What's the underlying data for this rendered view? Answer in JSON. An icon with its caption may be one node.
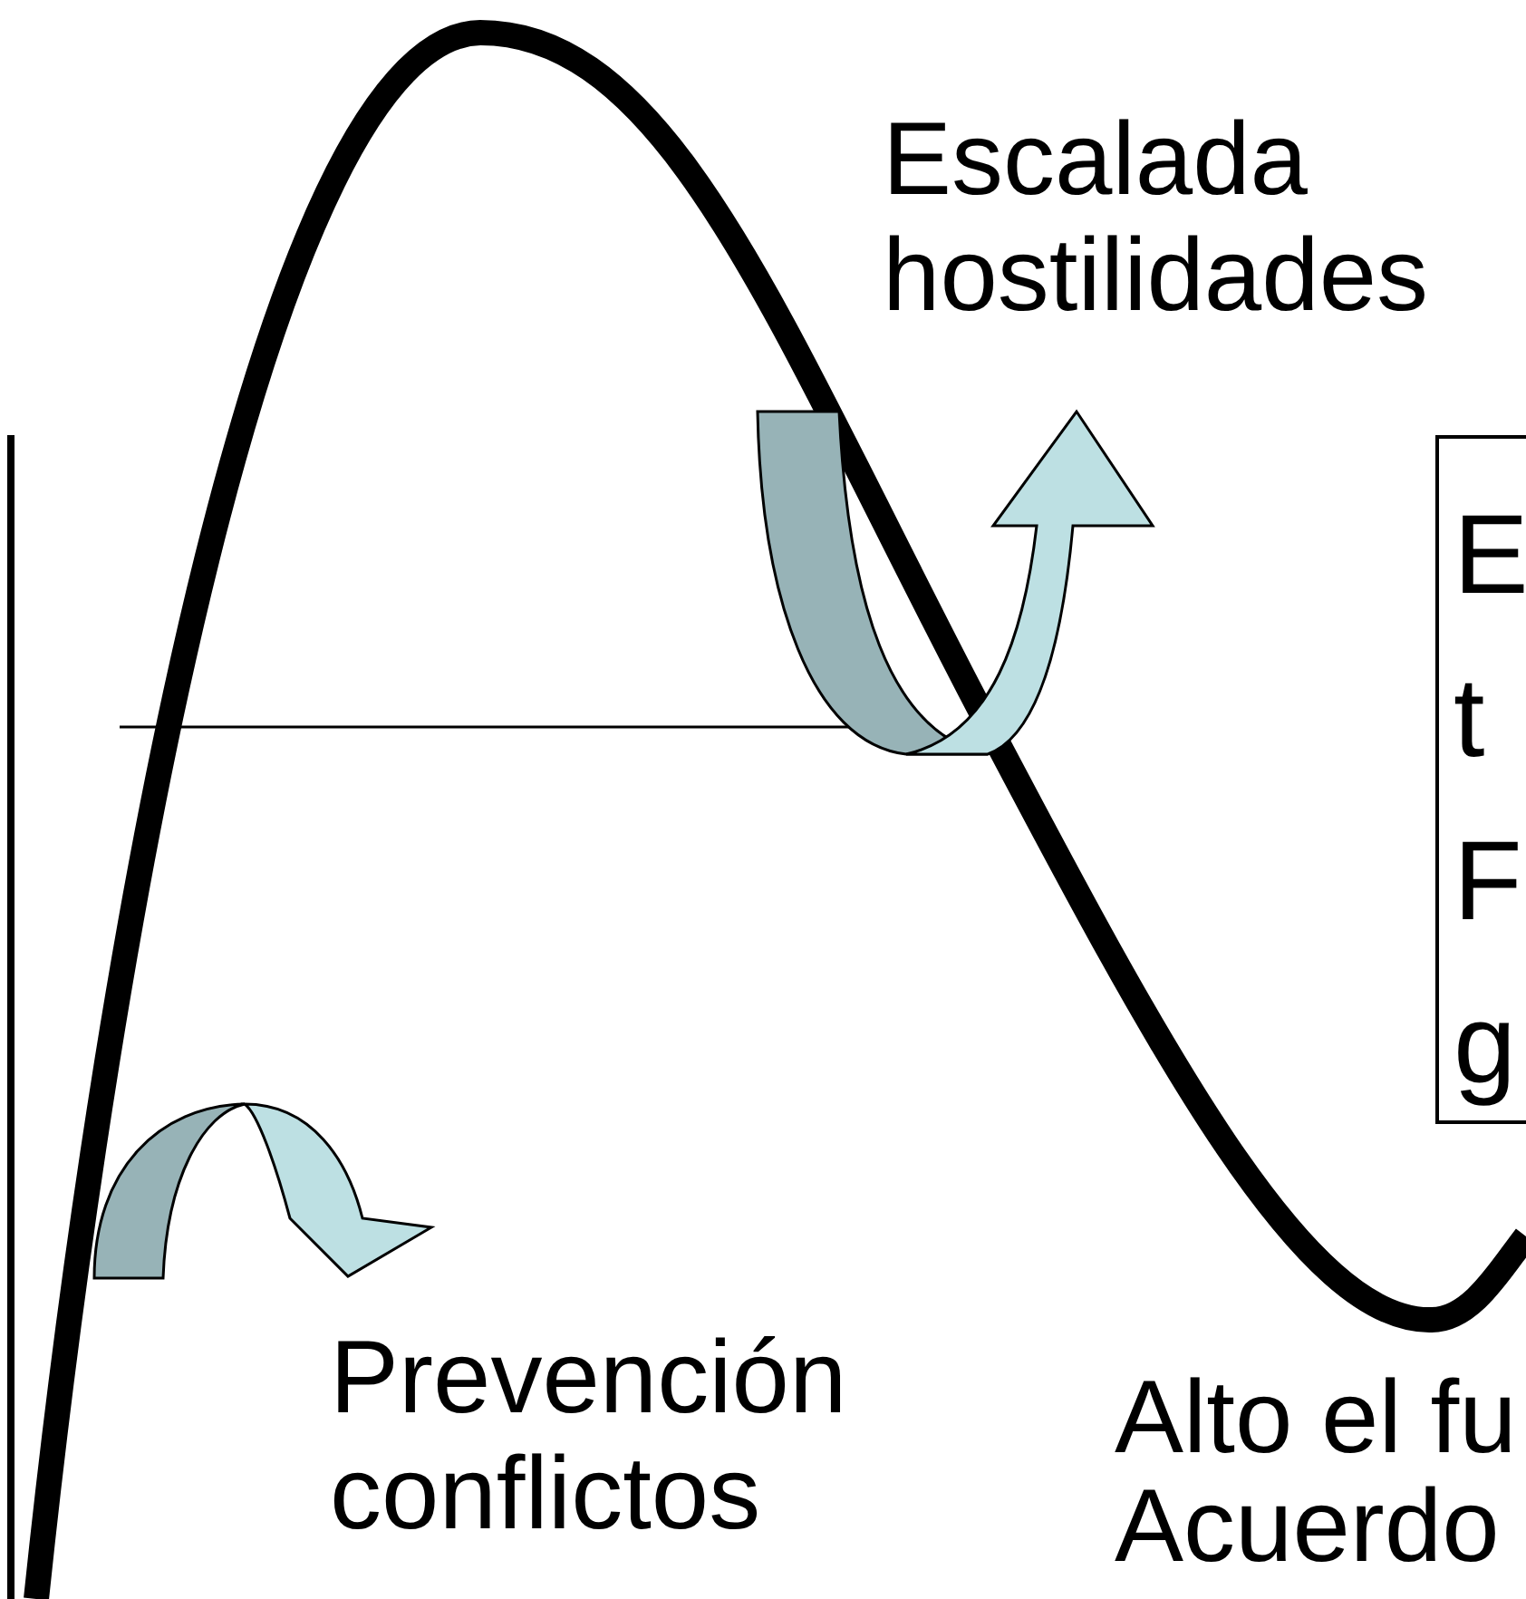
{
  "diagram": {
    "nodes": [
      {
        "text": [
          "E t F g"
        ]
      }
    ],
    "edges": [],
    "labels": [
      "Escalada hostilidades",
      "Prevención conflictos",
      "Alto el fu Acuerdo"
    ]
  }
}
